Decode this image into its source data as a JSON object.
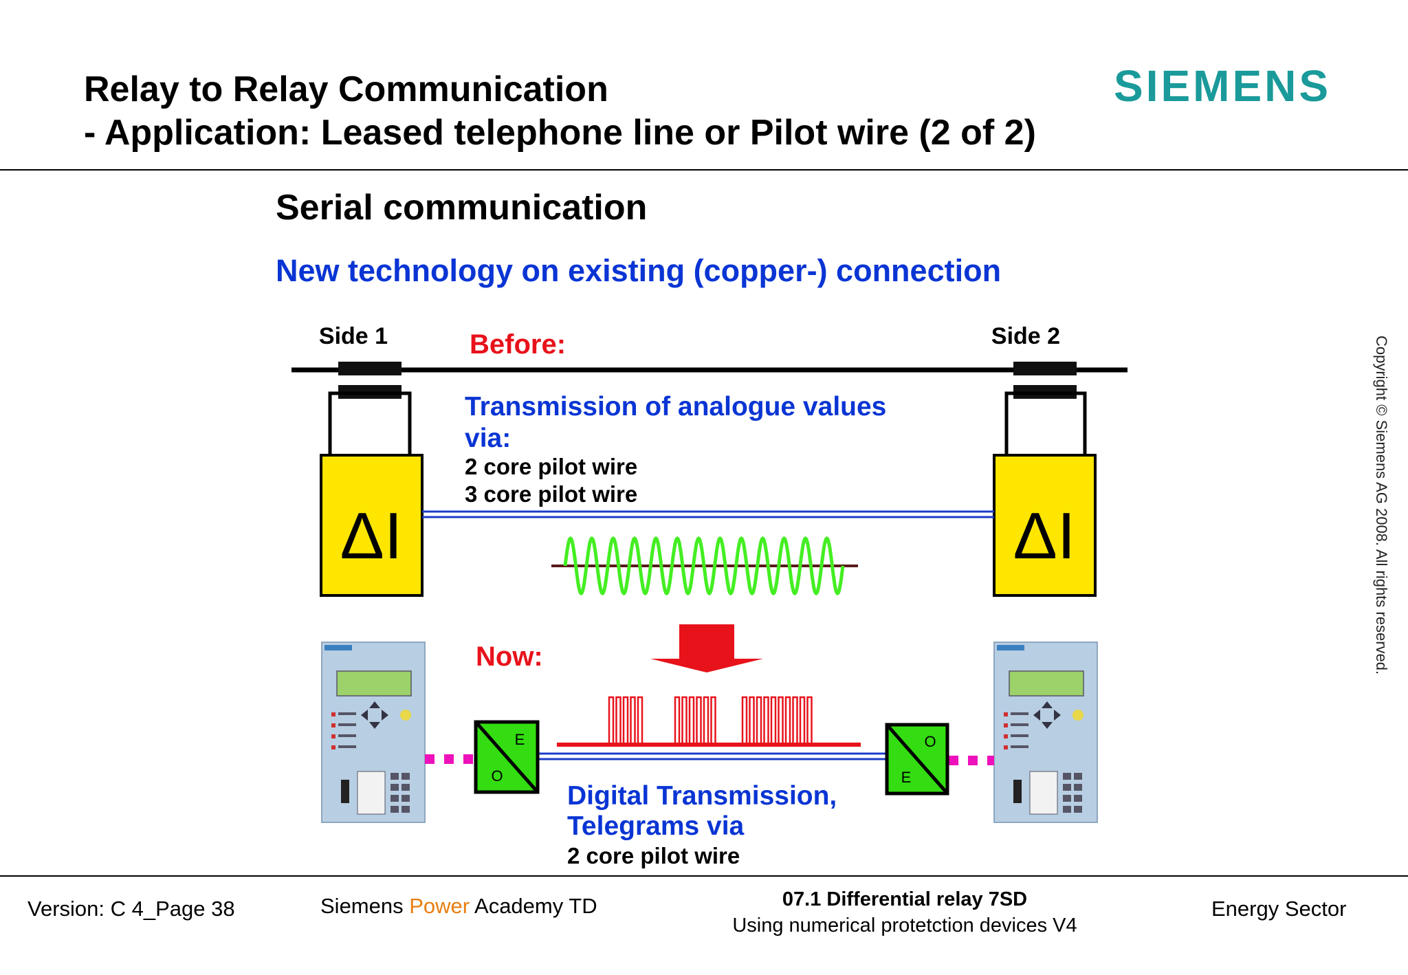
{
  "header": {
    "title_line1": "Relay to Relay Communication",
    "title_line2": "- Application: Leased telephone line or Pilot wire   (2 of 2)",
    "logo": "SIEMENS"
  },
  "main": {
    "section_title": "Serial communication",
    "subtitle": "New technology on existing (copper-) connection"
  },
  "diagram": {
    "side1": "Side 1",
    "side2": "Side 2",
    "before": "Before:",
    "now": "Now:",
    "analog_heading_1": "Transmission of  analogue values",
    "analog_heading_2": "via:",
    "analog_opt1": "2 core pilot wire",
    "analog_opt2": "3 core pilot wire",
    "relay_symbol": "ΔI",
    "converter_e": "E",
    "converter_o": "O",
    "digital_heading_1": "Digital Transmission,",
    "digital_heading_2": "Telegrams via",
    "digital_opt": "2 core pilot wire"
  },
  "copyright": "Copyright © Siemens AG 2008. All rights reserved.",
  "footer": {
    "version": "Version: C 4_Page 38",
    "academy_pre": "Siemens ",
    "academy_accent": "Power",
    "academy_post": " Academy TD",
    "course_title": "07.1 Differential relay 7SD",
    "course_subtitle": "Using numerical protetction devices V4",
    "sector": "Energy Sector"
  },
  "colors": {
    "logo": "#1a9a9a",
    "blue_text": "#0a35d4",
    "red_text": "#e8121b",
    "relay_yellow": "#ffe600",
    "converter_green": "#33dd11",
    "sine_green": "#44ee22",
    "pulse_red": "#e8121b",
    "optical_magenta": "#ee11bb",
    "accent_orange": "#e87d10"
  }
}
